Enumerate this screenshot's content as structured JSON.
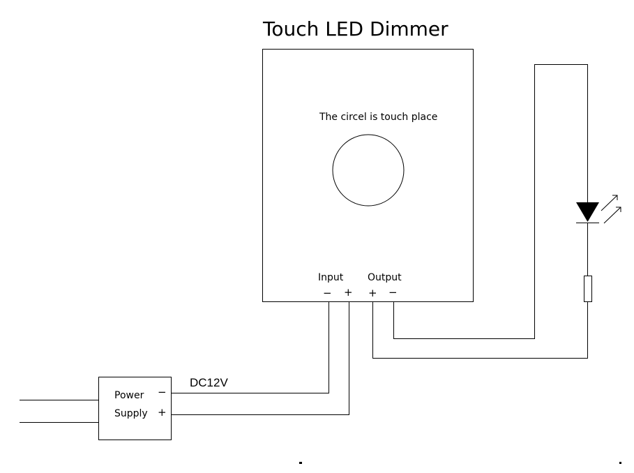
{
  "title": "Touch LED Dimmer",
  "touch_note": "The circel is touch place",
  "input_label": "Input",
  "output_label": "Output",
  "minus_sign": "−",
  "plus_sign": "+",
  "power_label": "Power",
  "supply_label": "Supply",
  "voltage_label": "DC12V"
}
